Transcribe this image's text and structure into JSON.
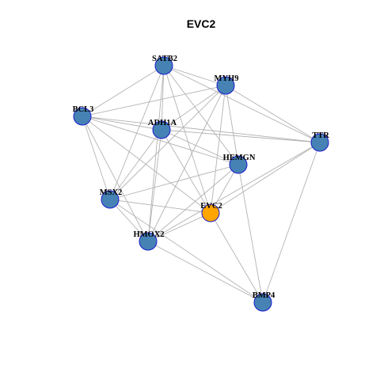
{
  "title": "EVC2",
  "colors": {
    "default_node": "#4682b4",
    "highlight_node": "#ffa500",
    "node_border": "#1a1ad0",
    "edge": "#b3b3b3"
  },
  "graph": {
    "highlight": "EVC2",
    "nodes": [
      "SATB2",
      "MYH9",
      "BCL3",
      "ADH1A",
      "TTR",
      "HEMGN",
      "MSX2",
      "EVC2",
      "HMOX2",
      "BMP4"
    ],
    "edges": [
      [
        "SATB2",
        "MYH9"
      ],
      [
        "SATB2",
        "BCL3"
      ],
      [
        "SATB2",
        "ADH1A"
      ],
      [
        "SATB2",
        "TTR"
      ],
      [
        "SATB2",
        "HEMGN"
      ],
      [
        "SATB2",
        "MSX2"
      ],
      [
        "SATB2",
        "EVC2"
      ],
      [
        "SATB2",
        "HMOX2"
      ],
      [
        "MYH9",
        "BCL3"
      ],
      [
        "MYH9",
        "ADH1A"
      ],
      [
        "MYH9",
        "TTR"
      ],
      [
        "MYH9",
        "HEMGN"
      ],
      [
        "MYH9",
        "MSX2"
      ],
      [
        "MYH9",
        "EVC2"
      ],
      [
        "MYH9",
        "HMOX2"
      ],
      [
        "BCL3",
        "ADH1A"
      ],
      [
        "BCL3",
        "HEMGN"
      ],
      [
        "BCL3",
        "MSX2"
      ],
      [
        "BCL3",
        "EVC2"
      ],
      [
        "BCL3",
        "HMOX2"
      ],
      [
        "BCL3",
        "TTR"
      ],
      [
        "ADH1A",
        "TTR"
      ],
      [
        "ADH1A",
        "HEMGN"
      ],
      [
        "ADH1A",
        "MSX2"
      ],
      [
        "ADH1A",
        "EVC2"
      ],
      [
        "ADH1A",
        "HMOX2"
      ],
      [
        "TTR",
        "EVC2"
      ],
      [
        "TTR",
        "HMOX2"
      ],
      [
        "TTR",
        "BMP4"
      ],
      [
        "HEMGN",
        "MSX2"
      ],
      [
        "HEMGN",
        "EVC2"
      ],
      [
        "HEMGN",
        "HMOX2"
      ],
      [
        "HEMGN",
        "BMP4"
      ],
      [
        "MSX2",
        "EVC2"
      ],
      [
        "MSX2",
        "HMOX2"
      ],
      [
        "MSX2",
        "BMP4"
      ],
      [
        "EVC2",
        "HMOX2"
      ],
      [
        "EVC2",
        "BMP4"
      ],
      [
        "HMOX2",
        "BMP4"
      ]
    ]
  }
}
